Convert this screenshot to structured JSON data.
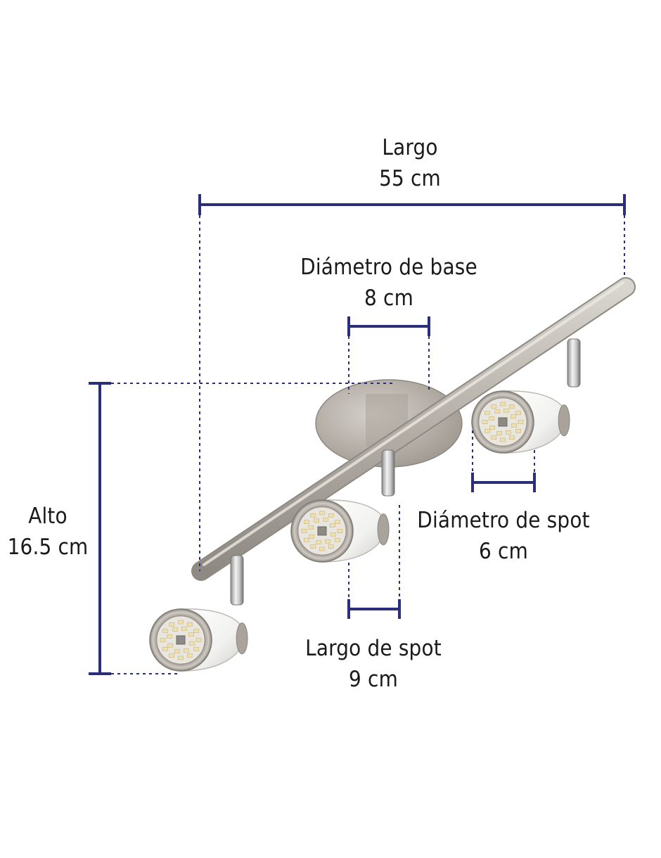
{
  "colors": {
    "dimension_line": "#2b2f7a",
    "metal": "#b9b3aa",
    "metal_dark": "#8a857e",
    "shade": "#f6f6f4",
    "led": "#efe0b0"
  },
  "dimensions": {
    "largo": {
      "label": "Largo",
      "value": "55 cm"
    },
    "base": {
      "label": "Diámetro de base",
      "value": "8 cm"
    },
    "alto": {
      "label": "Alto",
      "value": "16.5 cm"
    },
    "spot_diameter": {
      "label": "Diámetro de spot",
      "value": "6 cm"
    },
    "spot_length": {
      "label": "Largo de spot",
      "value": "9 cm"
    }
  },
  "product": {
    "spot_count": 3
  }
}
